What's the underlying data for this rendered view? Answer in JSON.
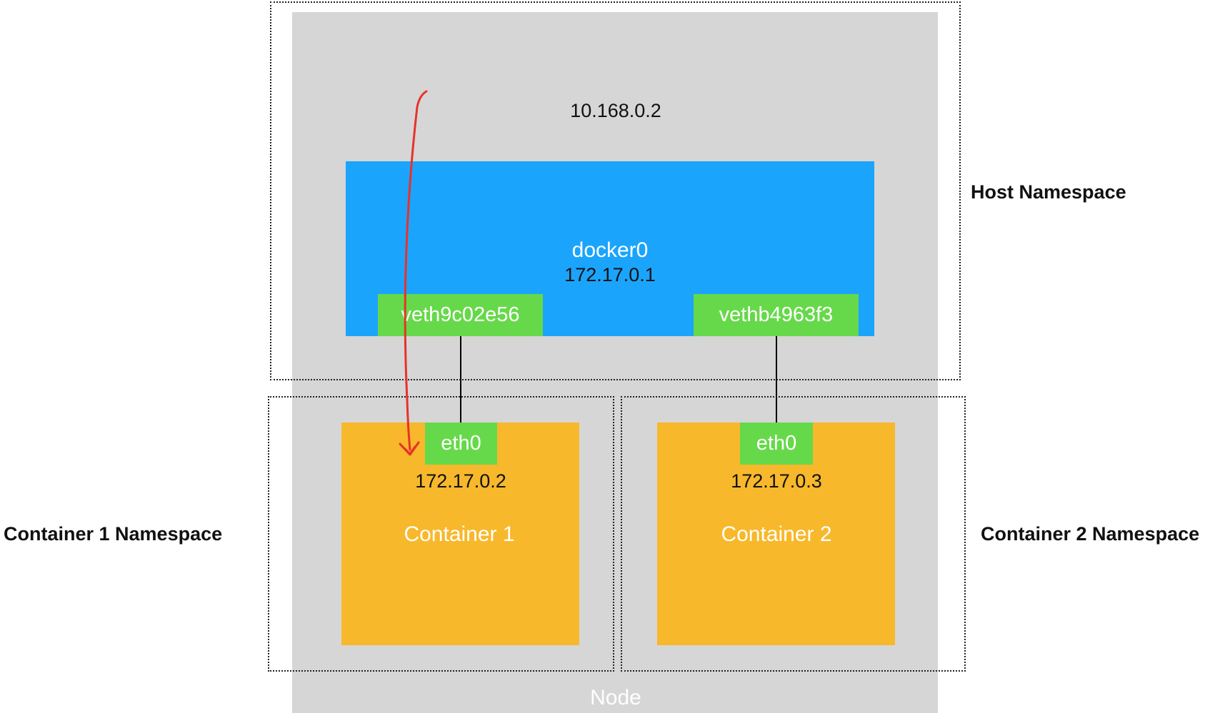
{
  "diagram": {
    "node": {
      "label": "Node"
    },
    "host_namespace": {
      "label": "Host Namespace",
      "ip": "10.168.0.2",
      "bridge": {
        "name": "docker0",
        "ip": "172.17.0.1"
      },
      "veth_left": "veth9c02e56",
      "veth_right": "vethb4963f3"
    },
    "container1_namespace": {
      "label": "Container 1 Namespace",
      "container_name": "Container 1",
      "interface": "eth0",
      "ip": "172.17.0.2"
    },
    "container2_namespace": {
      "label": "Container 2 Namespace",
      "container_name": "Container  2",
      "interface": "eth0",
      "ip": "172.17.0.3"
    },
    "colors": {
      "node": "#d6d6d6",
      "bridge": "#1ba4fc",
      "container": "#f7b82b",
      "interface": "#66d94a",
      "arrow": "#e8322a"
    }
  }
}
